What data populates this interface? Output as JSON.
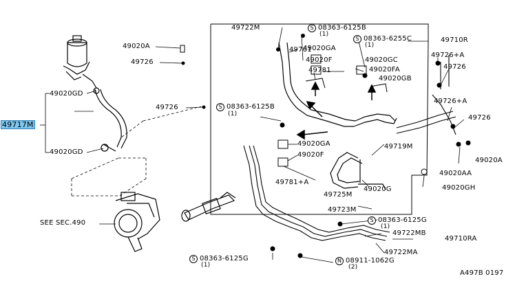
{
  "labels": {
    "p49717M": "49717M",
    "p49020GD_top": "49020GD",
    "p49020GD_bottom": "49020GD",
    "p49020A_left": "49020A",
    "p49726_left": "49726",
    "p49726_mid": "49726",
    "see_sec": "SEE SEC.490",
    "p49722M": "49722M",
    "p49761": "49761",
    "s_mark": "S",
    "n_mark": "N",
    "p08363_6125B_top": "08363-6125B",
    "qty1": "(1)",
    "qty2": "(2)",
    "p49020GA_top": "49020GA",
    "p08363_6255C": "08363-6255C",
    "p49710R": "49710R",
    "p49020F_top": "49020F",
    "p49020GC": "49020GC",
    "p49781_top": "49781",
    "p49020FA": "49020FA",
    "p49020GB": "49020GB",
    "p49726_plusA_top": "49726+A",
    "p49726_right_top": "49726",
    "p49726_plusA_bottom": "49726+A",
    "p49726_right_bottom": "49726",
    "p49020A_right": "49020A",
    "p49020AA": "49020AA",
    "p49020GH": "49020GH",
    "p08363_6125B_mid": "08363-6125B",
    "p49020GA_mid": "49020GA",
    "p49020F_mid": "49020F",
    "p49719M": "49719M",
    "p49781_plusA": "49781+A",
    "p49725M": "49725M",
    "p49020G": "49020G",
    "p49723M": "49723M",
    "p08363_6125G_right": "08363-6125G",
    "p49722MB": "49722MB",
    "p49710RA": "49710RA",
    "p49722MA": "49722MA",
    "p08363_6125G_left": "08363-6125G",
    "p08911_1062G": "08911-1062G",
    "diagram_code": "A497B 0197"
  },
  "colors": {
    "highlight": "#7ec8f0",
    "line": "#000000",
    "background": "#ffffff"
  }
}
